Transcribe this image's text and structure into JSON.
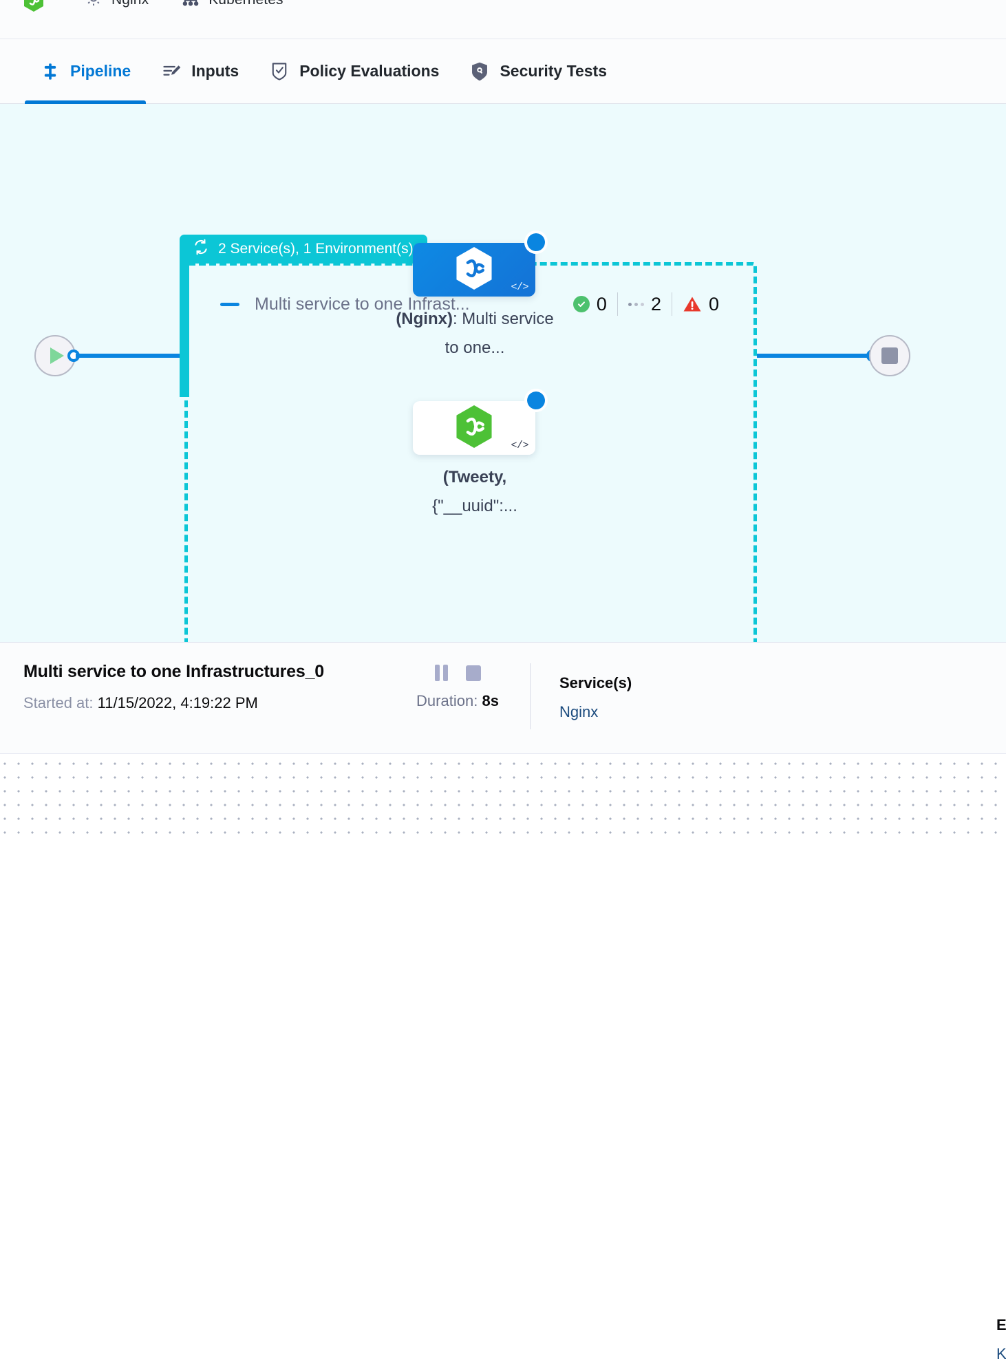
{
  "breadcrumb": {
    "items": [
      {
        "icon": "harness-hexagon-green-icon",
        "label": ""
      },
      {
        "icon": "gear-icon",
        "label": "Nginx"
      },
      {
        "icon": "kubernetes-icon",
        "label": "Kubernetes"
      }
    ]
  },
  "tabs": [
    {
      "id": "pipeline",
      "icon": "pipeline-icon",
      "label": "Pipeline",
      "active": true
    },
    {
      "id": "inputs",
      "icon": "inputs-icon",
      "label": "Inputs",
      "active": false
    },
    {
      "id": "policy-evaluations",
      "icon": "policy-shield-check-icon",
      "label": "Policy Evaluations",
      "active": false
    },
    {
      "id": "security-tests",
      "icon": "security-shield-icon",
      "label": "Security Tests",
      "active": false
    }
  ],
  "diagram": {
    "group_header_label": "2 Service(s), 1 Environment(s)",
    "group_header_icon": "loop-rotate-icon",
    "stage": {
      "title": "Multi service to one Infrast...",
      "collapse_icon": "collapse-dash-icon",
      "counters": [
        {
          "id": "success",
          "icon": "check-circle-icon",
          "value": "0"
        },
        {
          "id": "running",
          "icon": "three-dots-icon",
          "value": "2"
        },
        {
          "id": "failed",
          "icon": "warning-triangle-icon",
          "value": "0"
        }
      ]
    },
    "nodes": [
      {
        "id": "node-nginx",
        "icon": "harness-hexagon-white-icon",
        "code_tag": "</>",
        "status": "running",
        "selected": true,
        "label_bold": "(Nginx)",
        "label_rest": ": Multi service to one..."
      },
      {
        "id": "node-tweety",
        "icon": "harness-hexagon-green-icon",
        "code_tag": "</>",
        "status": "running",
        "selected": false,
        "label_bold": "(Tweety,",
        "label_rest": "{\"__uuid\":..."
      }
    ],
    "start_node_icon": "play-icon",
    "end_node_icon": "stop-icon"
  },
  "detail": {
    "title": "Multi service to one Infrastructures_0",
    "started_label": "Started at:",
    "started_value": "11/15/2022, 4:19:22 PM",
    "pause_icon": "pause-icon",
    "stop_icon": "stop-icon",
    "duration_label": "Duration:",
    "duration_value": "8s",
    "services_head": "Service(s)",
    "services_value": "Nginx",
    "environments_head": "Envi",
    "environments_value": "Kub"
  },
  "colors": {
    "accent_blue": "#0278d5",
    "group_cyan": "#0cc6d6",
    "canvas_bg": "#edfbfd",
    "success_green": "#4dc16e",
    "error_red": "#e8392c",
    "link_navy": "#1b4b7e"
  }
}
